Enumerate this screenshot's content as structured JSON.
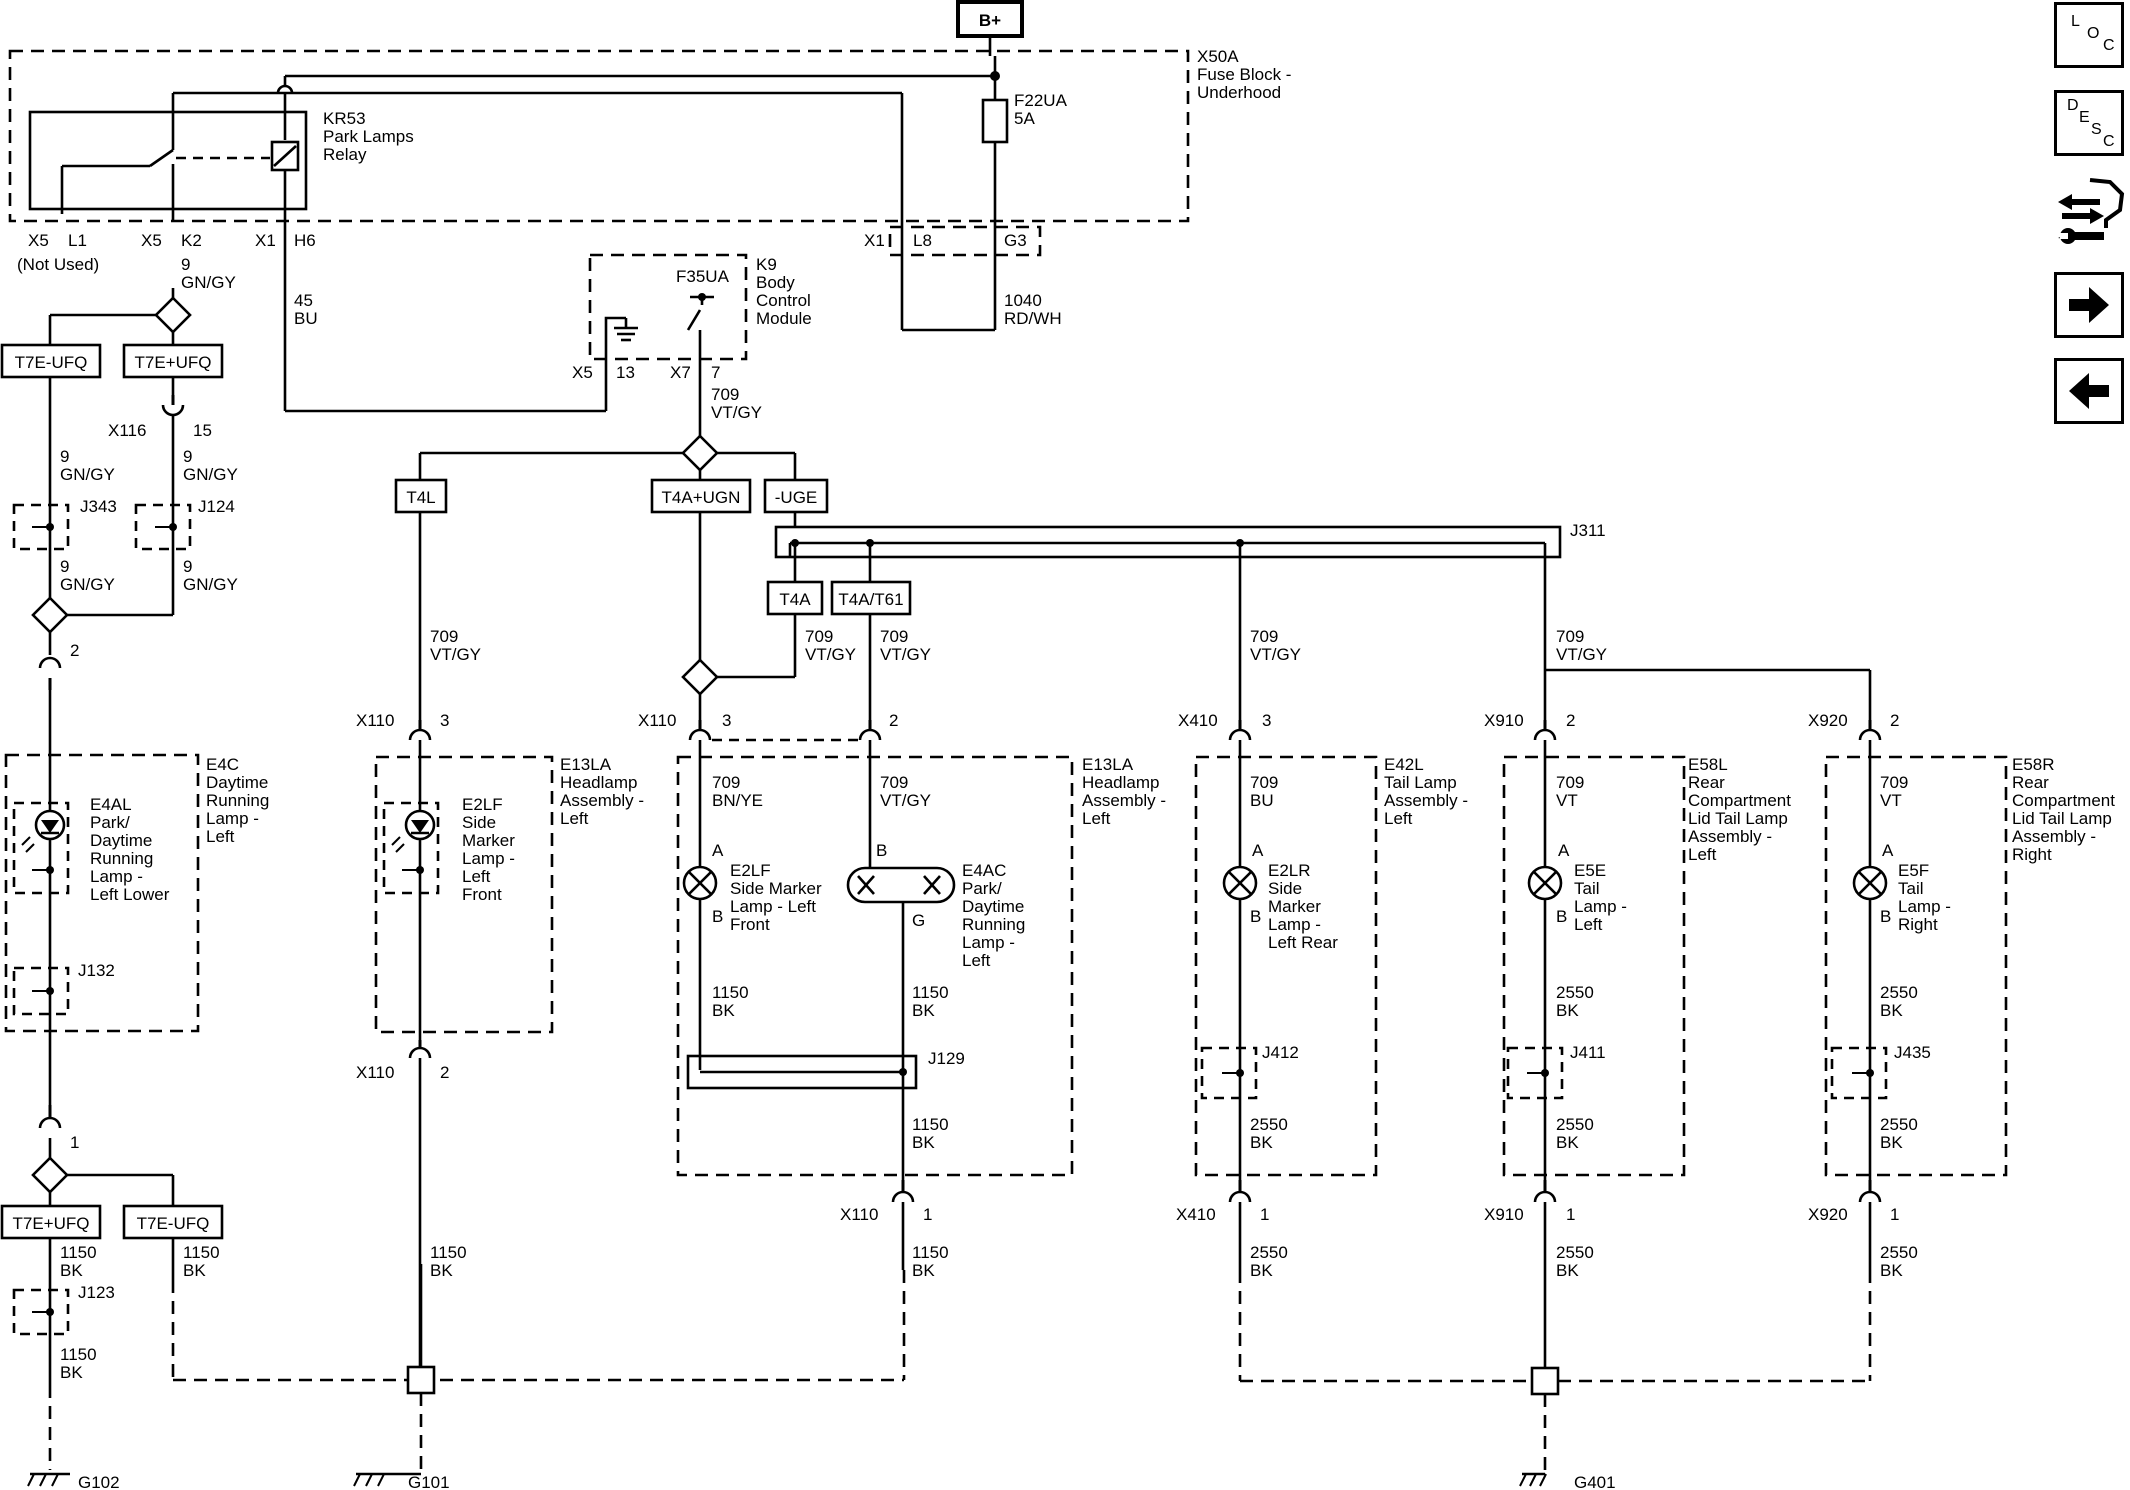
{
  "power": {
    "bplus": "B+"
  },
  "fuse_block": {
    "id": "X50A",
    "name": [
      "Fuse Block -",
      "Underhood"
    ]
  },
  "relay": {
    "id": "KR53",
    "name": [
      "Park Lamps",
      "Relay"
    ]
  },
  "fuse_f22": {
    "id": "F22UA",
    "rating": "5A"
  },
  "fuse_f35": {
    "id": "F35UA"
  },
  "bcm": {
    "id": "K9",
    "name": [
      "Body",
      "Control",
      "Module"
    ]
  },
  "pins": {
    "x5": "X5",
    "l1": "L1",
    "not_used": "(Not Used)",
    "x5b": "X5",
    "k2": "K2",
    "x1": "X1",
    "h6": "H6",
    "x1b": "X1",
    "l8": "L8",
    "g3": "G3",
    "x5c": "X5",
    "p13": "13",
    "x7": "X7",
    "p7": "7",
    "x116": "X116",
    "p15": "15",
    "p2": "2",
    "p1": "1",
    "x110a": "X110",
    "x110a_pin": "3",
    "x110b": "X110",
    "x110b_pin": "2",
    "x110c": "X110",
    "x110c_pin": "3",
    "x110d_pin": "2",
    "x110e": "X110",
    "x110e_pin": "1",
    "x410a": "X410",
    "x410a_pin": "3",
    "x410b": "X410",
    "x410b_pin": "1",
    "x910a": "X910",
    "x910a_pin": "2",
    "x910b": "X910",
    "x910b_pin": "1",
    "x920a": "X920",
    "x920a_pin": "2",
    "x920b": "X920",
    "x920b_pin": "1",
    "pa1": "A",
    "pb1": "B",
    "pb2": "B",
    "pg2": "G",
    "pa3": "A",
    "pb3": "B",
    "pa4": "A",
    "pb4": "B",
    "pa5": "A",
    "pb5": "B"
  },
  "wires": {
    "w9_top": [
      "9",
      "GN/GY"
    ],
    "w45": [
      "45",
      "BU"
    ],
    "w1040": [
      "1040",
      "RD/WH"
    ],
    "w709_bcm": [
      "709",
      "VT/GY"
    ],
    "w9_a": [
      "9",
      "GN/GY"
    ],
    "w9_b": [
      "9",
      "GN/GY"
    ],
    "w9_c": [
      "9",
      "GN/GY"
    ],
    "w9_d": [
      "9",
      "GN/GY"
    ],
    "w709_t4l": [
      "709",
      "VT/GY"
    ],
    "w709_t4a": [
      "709",
      "VT/GY"
    ],
    "w709_t61": [
      "709",
      "VT/GY"
    ],
    "w709_x410": [
      "709",
      "VT/GY"
    ],
    "w709_x910": [
      "709",
      "VT/GY"
    ],
    "w709_bnye": [
      "709",
      "BN/YE"
    ],
    "w709_vtgy_in": [
      "709",
      "VT/GY"
    ],
    "w709_bu": [
      "709",
      "BU"
    ],
    "w709_vt1": [
      "709",
      "VT"
    ],
    "w709_vt2": [
      "709",
      "VT"
    ],
    "w1150_a": [
      "1150",
      "BK"
    ],
    "w1150_b": [
      "1150",
      "BK"
    ],
    "w1150_c": [
      "1150",
      "BK"
    ],
    "w1150_d": [
      "1150",
      "BK"
    ],
    "w1150_e": [
      "1150",
      "BK"
    ],
    "w1150_f": [
      "1150",
      "BK"
    ],
    "w1150_g": [
      "1150",
      "BK"
    ],
    "w1150_h": [
      "1150",
      "BK"
    ],
    "w2550_a": [
      "2550",
      "BK"
    ],
    "w2550_b": [
      "2550",
      "BK"
    ],
    "w2550_c": [
      "2550",
      "BK"
    ],
    "w2550_d": [
      "2550",
      "BK"
    ],
    "w2550_e": [
      "2550",
      "BK"
    ],
    "w2550_f": [
      "2550",
      "BK"
    ],
    "w2550_g": [
      "2550",
      "BK"
    ],
    "w2550_h": [
      "2550",
      "BK"
    ]
  },
  "options": {
    "t7e_ufq_a": "T7E-UFQ",
    "t7e_ufq_b": "T7E+UFQ",
    "t4l": "T4L",
    "t4a_ugn": "T4A+UGN",
    "uge": "-UGE",
    "t4a": "T4A",
    "t4a_t61": "T4A/T61",
    "t7e_ufq_c": "T7E+UFQ",
    "t7e_ufq_d": "T7E-UFQ"
  },
  "splices": {
    "j343": "J343",
    "j124": "J124",
    "j132": "J132",
    "j123": "J123",
    "j311": "J311",
    "j129": "J129",
    "j412": "J412",
    "j411": "J411",
    "j435": "J435"
  },
  "components": {
    "e4c": {
      "id": "E4C",
      "name": [
        "Daytime",
        "Running",
        "Lamp -",
        "Left"
      ]
    },
    "e4al": {
      "id": "E4AL",
      "name": [
        "Park/",
        "Daytime",
        "Running",
        "Lamp -",
        "Left Lower"
      ]
    },
    "e13la_a": {
      "id": "E13LA",
      "name": [
        "Headlamp",
        "Assembly -",
        "Left"
      ]
    },
    "e2lf_a": {
      "id": "E2LF",
      "name": [
        "Side",
        "Marker",
        "Lamp -",
        "Left",
        "Front"
      ]
    },
    "e13la_b": {
      "id": "E13LA",
      "name": [
        "Headlamp",
        "Assembly -",
        "Left"
      ]
    },
    "e2lf_b": {
      "id": "E2LF",
      "name": [
        "Side Marker",
        "Lamp - Left",
        "Front"
      ]
    },
    "e4ac": {
      "id": "E4AC",
      "name": [
        "Park/",
        "Daytime",
        "Running",
        "Lamp -",
        "Left"
      ]
    },
    "e42l": {
      "id": "E42L",
      "name": [
        "Tail Lamp",
        "Assembly -",
        "Left"
      ]
    },
    "e2lr": {
      "id": "E2LR",
      "name": [
        "Side",
        "Marker",
        "Lamp -",
        "Left Rear"
      ]
    },
    "e58l": {
      "id": "E58L",
      "name": [
        "Rear",
        "Compartment",
        "Lid Tail Lamp",
        "Assembly -",
        "Left"
      ]
    },
    "e5e": {
      "id": "E5E",
      "name": [
        "Tail",
        "Lamp -",
        "Left"
      ]
    },
    "e58r": {
      "id": "E58R",
      "name": [
        "Rear",
        "Compartment",
        "Lid Tail Lamp",
        "Assembly -",
        "Right"
      ]
    },
    "e5f": {
      "id": "E5F",
      "name": [
        "Tail",
        "Lamp -",
        "Right"
      ]
    }
  },
  "grounds": {
    "g102": "G102",
    "g101": "G101",
    "g401": "G401"
  },
  "nav": {
    "loc": [
      "L",
      "O",
      "C"
    ],
    "desc": [
      "D",
      "E",
      "S",
      "C"
    ],
    "connector_icon": "connector-tool-icon",
    "next_icon": "arrow-right-icon",
    "prev_icon": "arrow-left-icon"
  }
}
